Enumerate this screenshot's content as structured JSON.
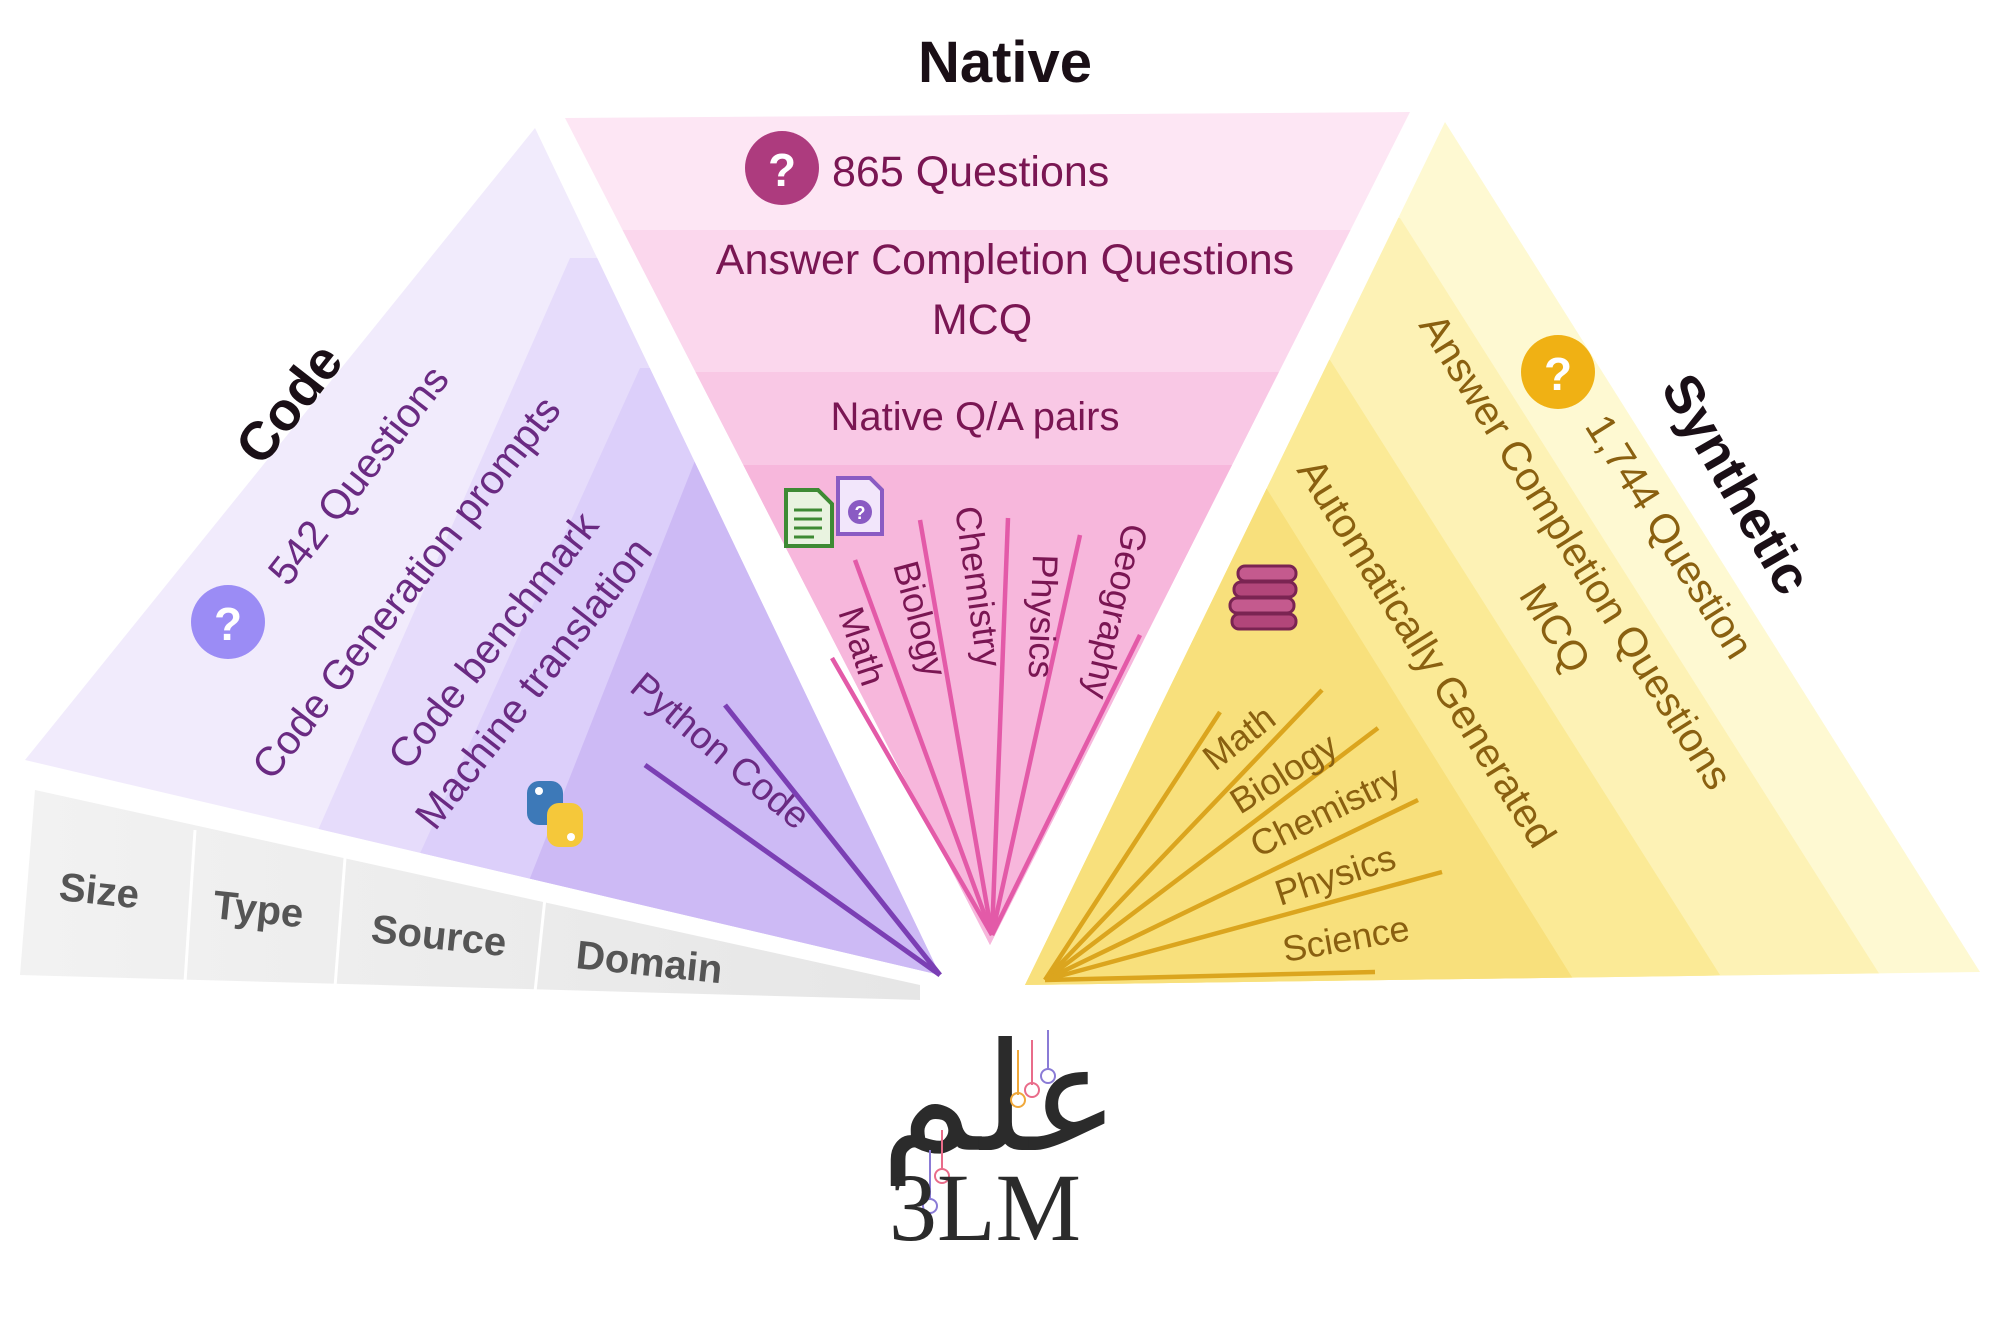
{
  "titles": {
    "code": "Code",
    "native": "Native",
    "synthetic": "Synthetic"
  },
  "code": {
    "size": "542 Questions",
    "type": "Code Generation prompts",
    "source_line1": "Code benchmark",
    "source_line2": "Machine translation",
    "domain": "Python Code",
    "icons": [
      "question-badge-icon",
      "python-logo-icon"
    ]
  },
  "native": {
    "size": "865 Questions",
    "type_line1": "Answer Completion Questions",
    "type_line2": "MCQ",
    "source": "Native Q/A pairs",
    "domains": [
      "Math",
      "Biology",
      "Chemistry",
      "Physics",
      "Geography"
    ],
    "icons": [
      "question-badge-icon",
      "document-icon",
      "document-question-icon"
    ]
  },
  "synthetic": {
    "size": "1,744 Question",
    "type_line1": "Answer Completion Questions",
    "type_line2": "MCQ",
    "source": "Automatically Generated",
    "domains": [
      "Math",
      "Biology",
      "Chemistry",
      "Physics",
      "Science"
    ],
    "icons": [
      "question-badge-icon",
      "books-icon"
    ]
  },
  "legend": {
    "size": "Size",
    "type": "Type",
    "source": "Source",
    "domain": "Domain"
  },
  "logo": {
    "arabic": "علم",
    "latin": "3LM"
  },
  "colors": {
    "code_text": "#6a2a82",
    "native_text": "#7a1653",
    "synthetic_text": "#8a6010",
    "code_line": "#7b3fb4",
    "native_line": "#e35aa8",
    "synthetic_line": "#dba51e",
    "code_badge": "#9b8cf5",
    "native_badge": "#ad3b7e",
    "synthetic_badge": "#f0b114"
  }
}
